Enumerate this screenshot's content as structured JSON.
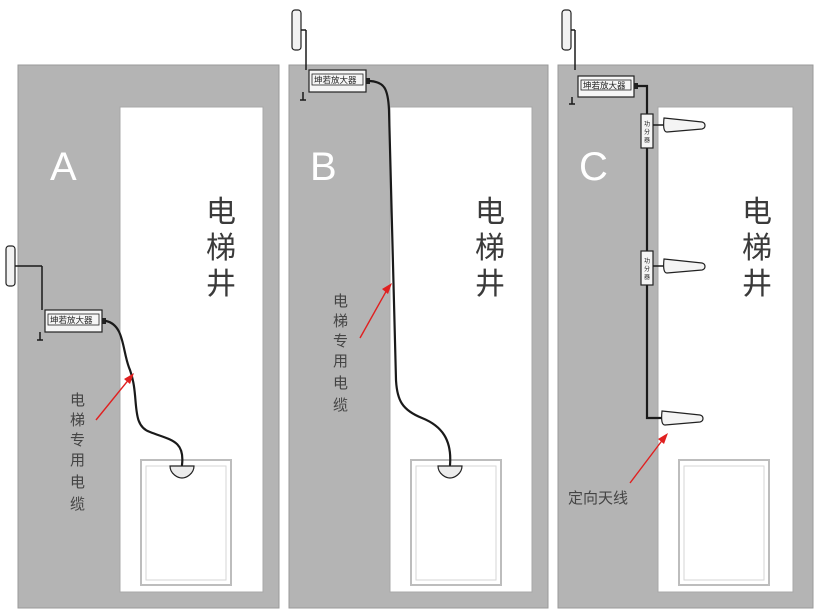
{
  "panels": [
    {
      "letter": "A",
      "shaft_label": [
        "电",
        "梯",
        "井"
      ],
      "amplifier": "坤若放大器",
      "note": [
        "电",
        "梯",
        "专",
        "用",
        "电",
        "缆"
      ]
    },
    {
      "letter": "B",
      "shaft_label": [
        "电",
        "梯",
        "井"
      ],
      "amplifier": "坤若放大器",
      "note": [
        "电",
        "梯",
        "专",
        "用",
        "电",
        "缆"
      ]
    },
    {
      "letter": "C",
      "shaft_label": [
        "电",
        "梯",
        "井"
      ],
      "amplifier": "坤若放大器",
      "note": "定向天线",
      "splitter": "功分器"
    }
  ],
  "colors": {
    "shaft": "#b4b4b4",
    "well": "#ffffff",
    "arrow": "#e02020",
    "cable": "#1a1a1a"
  }
}
